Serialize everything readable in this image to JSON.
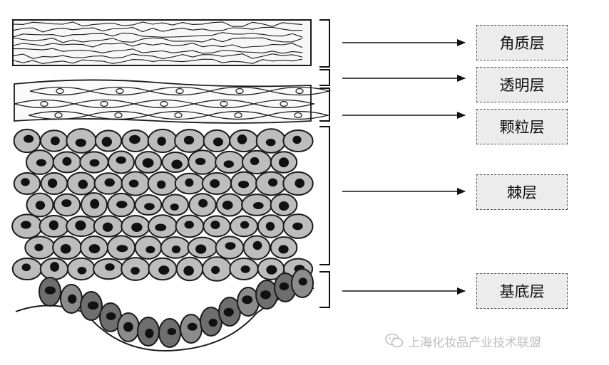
{
  "layers": [
    {
      "id": "stratum-corneum",
      "label": "角质层"
    },
    {
      "id": "stratum-lucidum",
      "label": "透明层"
    },
    {
      "id": "stratum-granulosum",
      "label": "颗粒层"
    },
    {
      "id": "stratum-spinosum",
      "label": "棘层"
    },
    {
      "id": "stratum-basale",
      "label": "基底层"
    }
  ],
  "watermark": {
    "text": "上海化妆品产业技术联盟",
    "icon": "wechat-icon"
  },
  "colors": {
    "spinous_cell": "#bdbdbd",
    "basal_cell": "#6e6e6e",
    "basal_cell_light": "#8c8c8c",
    "nucleus": "#111111",
    "outline": "#1a1a1a",
    "label_box": "#ececec"
  }
}
